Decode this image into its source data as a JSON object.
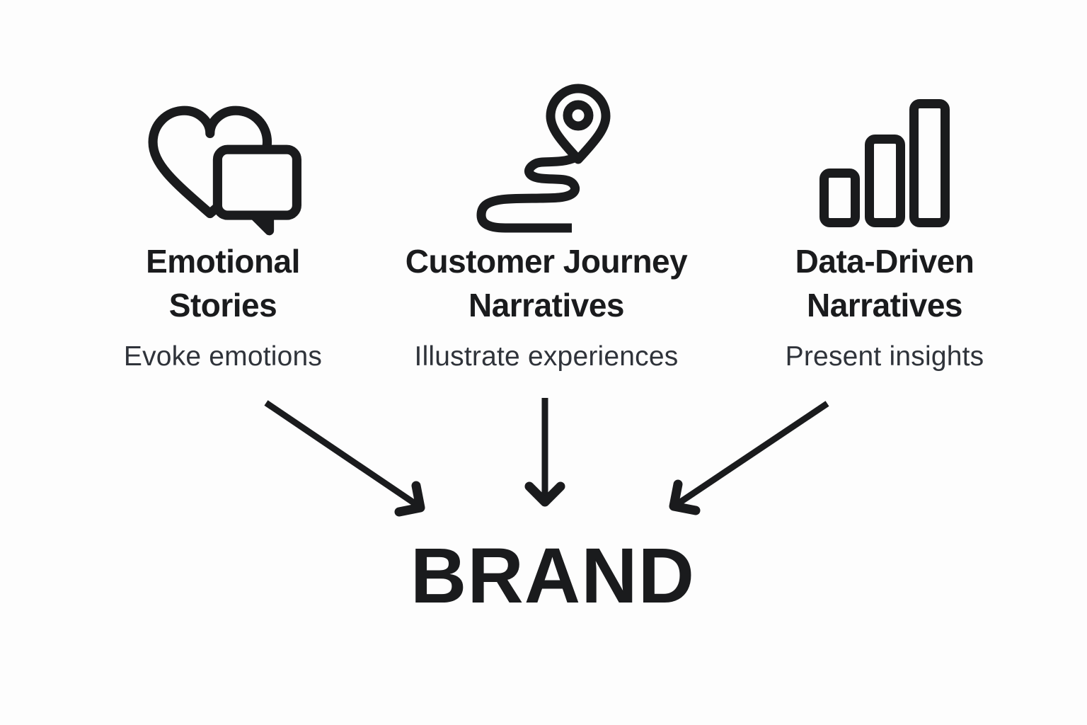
{
  "theme": {
    "background": "#fdfdfd",
    "ink": "#1a1b1d",
    "subtitle_color": "#2f333a"
  },
  "columns": [
    {
      "icon": "heart-chat-icon",
      "title_line1": "Emotional",
      "title_line2": "Stories",
      "subtitle": "Evoke emotions"
    },
    {
      "icon": "route-pin-icon",
      "title_line1": "Customer Journey",
      "title_line2": "Narratives",
      "subtitle": "Illustrate experiences"
    },
    {
      "icon": "bar-chart-icon",
      "title_line1": "Data-Driven",
      "title_line2": "Narratives",
      "subtitle": "Present insights"
    }
  ],
  "brand_label": "BRAND"
}
